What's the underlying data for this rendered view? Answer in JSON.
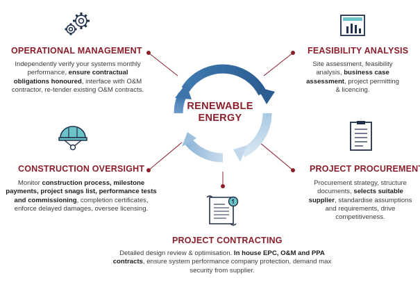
{
  "center": {
    "line1": "RENEWABLE",
    "line2": "ENERGY"
  },
  "colors": {
    "accent": "#8a1f2b",
    "icon_teal": "#6cc4c8",
    "icon_navy": "#1f2f4a",
    "arrow_dark": "#2c5f8f",
    "arrow_light": "#b9d3e6"
  },
  "sections": {
    "operational": {
      "title": "OPERATIONAL MANAGEMENT",
      "icon": "gears-icon",
      "parts": [
        {
          "t": "Independently verify your systems monthly performance, ",
          "b": false
        },
        {
          "t": "ensure contractual obligations honoured",
          "b": true
        },
        {
          "t": ", interface with O&M contractor, re-tender existing O&M contracts.",
          "b": false
        }
      ]
    },
    "feasibility": {
      "title": "FEASIBILITY ANALYSIS",
      "icon": "bar-chart-icon",
      "parts": [
        {
          "t": "Site assessment, feasibility analysis, ",
          "b": false
        },
        {
          "t": "business case assessment",
          "b": true
        },
        {
          "t": ", project permitting & licencing.",
          "b": false
        }
      ]
    },
    "construction": {
      "title": "CONSTRUCTION OVERSIGHT",
      "icon": "hard-hat-icon",
      "parts": [
        {
          "t": "Monitor ",
          "b": false
        },
        {
          "t": "construction process, milestone payments, project snags list, performance tests and commissioning",
          "b": true
        },
        {
          "t": ", completion certificates, enforce delayed damages, oversee licensing.",
          "b": false
        }
      ]
    },
    "procurement": {
      "title": "PROJECT PROCUREMENT",
      "icon": "clipboard-icon",
      "parts": [
        {
          "t": "Procurement strategy, structure documents, ",
          "b": false
        },
        {
          "t": "selects suitable supplier",
          "b": true
        },
        {
          "t": ", standardise assumptions and requirements, drive competitiveness.",
          "b": false
        }
      ]
    },
    "contracting": {
      "title": "PROJECT CONTRACTING",
      "icon": "contract-scroll-icon",
      "parts": [
        {
          "t": "Detailed design review & optimisation. ",
          "b": false
        },
        {
          "t": "In house EPC, O&M and PPA contracts",
          "b": true
        },
        {
          "t": ", ensure system performance company protection, demand max security from supplier.",
          "b": false
        }
      ]
    }
  }
}
